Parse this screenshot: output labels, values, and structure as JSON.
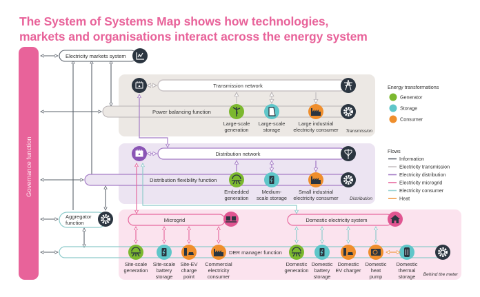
{
  "title": {
    "line1": "The System of Systems Map shows how technologies,",
    "line2": "markets and organisations interact across the energy system"
  },
  "colors": {
    "brand_pink": "#e8639a",
    "generator": "#7cb82f",
    "storage": "#5fc6c9",
    "consumer": "#ef8e2c",
    "dark_icon": "#2b3540",
    "transmission_bg": "#ece8e4",
    "distribution_bg": "#ece4f2",
    "behind_meter_bg": "#fbe3ee",
    "info_line": "#59606a",
    "transmission_line": "#c8c2c4",
    "distribution_line": "#a57cc6",
    "microgrid_line": "#e7699e",
    "consumer_line": "#9ed4d4",
    "heat_line": "#ef9a45"
  },
  "governance": {
    "label": "Governance function"
  },
  "markets": {
    "label": "Electricity markets system",
    "icon": "market-chart-icon"
  },
  "transmission": {
    "zone_tag": "Transmission",
    "network_label": "Transmission network",
    "function_label": "Power balancing function",
    "controller_icon": "control-room-icon",
    "network_icon": "pylon-icon",
    "function_icon": "gear-icon",
    "nodes": [
      {
        "label1": "Large-scale",
        "label2": "generation",
        "type": "generator",
        "icon": "wind-turbine-icon"
      },
      {
        "label1": "Large-scale",
        "label2": "storage",
        "type": "storage",
        "icon": "dam-icon"
      },
      {
        "label1": "Large industrial",
        "label2": "electricity consumer",
        "type": "consumer",
        "icon": "factory-icon"
      }
    ]
  },
  "distribution": {
    "zone_tag": "Distribution",
    "network_label": "Distribution network",
    "function_label": "Distribution flexibility function",
    "controller_icon": "control-room-icon",
    "network_icon": "power-pole-icon",
    "function_icon": "gear-icon",
    "nodes": [
      {
        "label1": "Embedded",
        "label2": "generation",
        "type": "generator",
        "icon": "solar-panel-icon"
      },
      {
        "label1": "Medium-",
        "label2": "scale storage",
        "type": "storage",
        "icon": "battery-icon"
      },
      {
        "label1": "Small industrial",
        "label2": "electricity consumer",
        "type": "consumer",
        "icon": "factory-icon"
      }
    ]
  },
  "aggregator": {
    "label1": "Aggregator",
    "label2": "function",
    "icon": "gear-icon"
  },
  "behind_meter": {
    "zone_tag": "Behind the meter",
    "microgrid_label": "Microgrid",
    "microgrid_icon": "buildings-icon",
    "domestic_label": "Domestic electricity system",
    "domestic_icon": "house-icon",
    "der_label": "DER manager function",
    "der_icon": "gear-icon",
    "site_nodes": [
      {
        "label1": "Site-scale",
        "label2": "generation",
        "label3": "",
        "type": "generator",
        "icon": "solar-panel-icon"
      },
      {
        "label1": "Site-scale",
        "label2": "battery",
        "label3": "storage",
        "type": "storage",
        "icon": "battery-icon"
      },
      {
        "label1": "Site-EV",
        "label2": "charge",
        "label3": "point",
        "type": "consumer",
        "icon": "ev-charger-icon"
      },
      {
        "label1": "Commercial",
        "label2": "electricity",
        "label3": "consumer",
        "type": "consumer",
        "icon": "factory-icon"
      }
    ],
    "domestic_nodes": [
      {
        "label1": "Domestic",
        "label2": "generation",
        "label3": "",
        "type": "generator",
        "icon": "solar-panel-icon"
      },
      {
        "label1": "Domestic",
        "label2": "battery",
        "label3": "storage",
        "type": "storage",
        "icon": "battery-icon"
      },
      {
        "label1": "Domestic",
        "label2": "EV charger",
        "label3": "",
        "type": "consumer",
        "icon": "ev-charger-icon"
      },
      {
        "label1": "Domestic",
        "label2": "heat",
        "label3": "pump",
        "type": "consumer",
        "icon": "heat-pump-icon"
      },
      {
        "label1": "Domestic",
        "label2": "thermal",
        "label3": "storage",
        "type": "storage",
        "icon": "thermal-store-icon"
      }
    ]
  },
  "legend": {
    "transformations_title": "Energy transformations",
    "transformations": [
      {
        "label": "Generator",
        "color": "#7cb82f"
      },
      {
        "label": "Storage",
        "color": "#5fc6c9"
      },
      {
        "label": "Consumer",
        "color": "#ef8e2c"
      }
    ],
    "flows_title": "Flows",
    "flows": [
      {
        "label": "Information",
        "color": "#59606a"
      },
      {
        "label": "Electricity transmission",
        "color": "#c8c2c4"
      },
      {
        "label": "Electricity distribution",
        "color": "#a57cc6"
      },
      {
        "label": "Electricity microgrid",
        "color": "#e7699e"
      },
      {
        "label": "Electricity consumer",
        "color": "#9ed4d4"
      },
      {
        "label": "Heat",
        "color": "#ef9a45"
      }
    ]
  }
}
